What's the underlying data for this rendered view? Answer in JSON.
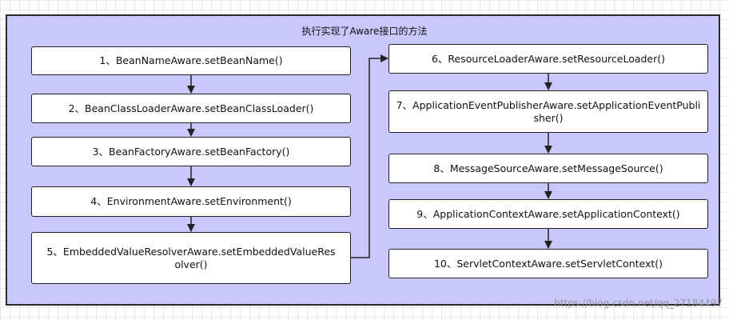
{
  "diagram": {
    "title": "执行实现了Aware接口的方法",
    "left_column": [
      "1、BeanNameAware.setBeanName()",
      "2、BeanClassLoaderAware.setBeanClassLoader()",
      "3、BeanFactoryAware.setBeanFactory()",
      "4、EnvironmentAware.setEnvironment()",
      "5、EmbeddedValueResolverAware.setEmbeddedValueResolver()"
    ],
    "right_column": [
      "6、ResourceLoaderAware.setResourceLoader()",
      "7、ApplicationEventPublisherAware.setApplicationEventPublisher()",
      "8、MessageSourceAware.setMessageSource()",
      "9、ApplicationContextAware.setApplicationContext()",
      "10、ServletContextAware.setServletContext()"
    ]
  },
  "watermark": "https://blog.csdn.net/qq_27184497",
  "colors": {
    "container_fill": "#c9c7fb",
    "node_fill": "#ffffff",
    "stroke": "#222222"
  }
}
